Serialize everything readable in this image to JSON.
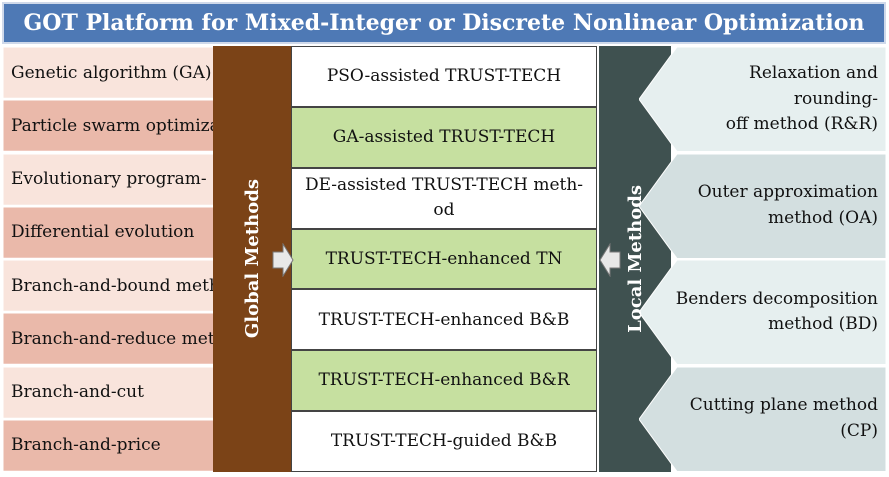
{
  "title": "GOT Platform for Mixed-Integer or Discrete Nonlinear Optimization",
  "global": {
    "label": "Global Methods",
    "items": [
      {
        "label": "Genetic algorithm (GA)",
        "shade": "#f9e4dc"
      },
      {
        "label": "Particle swarm optimiza-",
        "shade": "#eab9aa"
      },
      {
        "label": "Evolutionary program-",
        "shade": "#f9e4dc"
      },
      {
        "label": "Differential evolution",
        "shade": "#eab9aa"
      },
      {
        "label": "Branch-and-bound meth-",
        "shade": "#f9e4dc"
      },
      {
        "label": "Branch-and-reduce meth-",
        "shade": "#eab9aa"
      },
      {
        "label": "Branch-and-cut",
        "shade": "#f9e4dc"
      },
      {
        "label": "Branch-and-price",
        "shade": "#eab9aa"
      }
    ]
  },
  "center": {
    "items": [
      {
        "label": "PSO-assisted TRUST-TECH",
        "fill": "#ffffff"
      },
      {
        "label": "GA-assisted TRUST-TECH",
        "fill": "#c6e0a0"
      },
      {
        "label": "DE-assisted TRUST-TECH meth-\nod",
        "fill": "#ffffff"
      },
      {
        "label": "TRUST-TECH-enhanced TN",
        "fill": "#c6e0a0"
      },
      {
        "label": "TRUST-TECH-enhanced B&B",
        "fill": "#ffffff"
      },
      {
        "label": "TRUST-TECH-enhanced B&R",
        "fill": "#c6e0a0"
      },
      {
        "label": "TRUST-TECH-guided B&B",
        "fill": "#ffffff"
      }
    ]
  },
  "local": {
    "label": "Local Methods",
    "items": [
      {
        "label": "Relaxation and rounding-\noff method (R&R)",
        "shade": "#e6efef"
      },
      {
        "label": "Outer approximation\nmethod (OA)",
        "shade": "#d3dfe0"
      },
      {
        "label": "Benders decomposition\nmethod (BD)",
        "shade": "#e6efef"
      },
      {
        "label": "Cutting plane method\n(CP)",
        "shade": "#d3dfe0"
      }
    ]
  },
  "colors": {
    "title_bg": "#4e79b5",
    "global_bar": "#7b4317",
    "local_bar": "#3f5150",
    "highlight_green": "#c6e0a0"
  }
}
